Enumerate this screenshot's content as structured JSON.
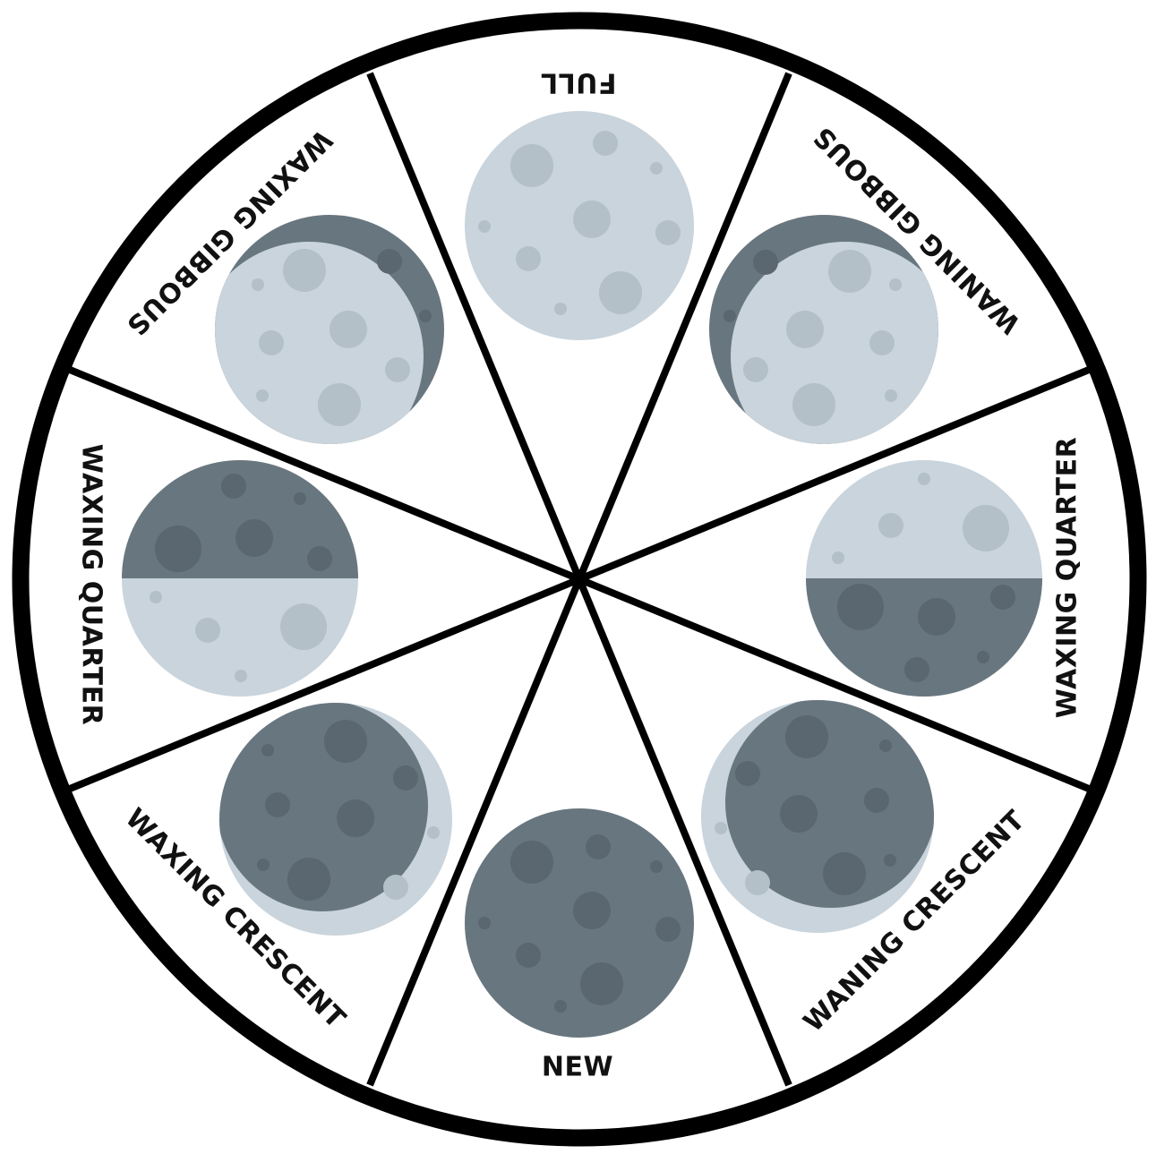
{
  "colors": {
    "rim": "#000000",
    "divider": "#000000",
    "background": "#ffffff",
    "moon_light": "#c9d4dc",
    "moon_light_crater": "#b3c0c8",
    "moon_dark": "#68767f",
    "moon_dark_crater": "#5a6670",
    "label": "#111111"
  },
  "phases": [
    {
      "id": "full",
      "label": "FULL",
      "lit": "full"
    },
    {
      "id": "waning-gibbous-top-right",
      "label": "WANING GIBBOUS",
      "lit": "gibbous"
    },
    {
      "id": "waxing-quarter-right",
      "label": "WAXING QUARTER",
      "lit": "quarter"
    },
    {
      "id": "waning-crescent",
      "label": "WANING CRESCENT",
      "lit": "crescent"
    },
    {
      "id": "new",
      "label": "NEW",
      "lit": "none"
    },
    {
      "id": "waxing-crescent",
      "label": "WAXING CRESCENT",
      "lit": "crescent"
    },
    {
      "id": "waxing-quarter-left",
      "label": "WAXING QUARTER",
      "lit": "quarter"
    },
    {
      "id": "waxing-gibbous",
      "label": "WAXING GIBBOUS",
      "lit": "gibbous"
    }
  ]
}
